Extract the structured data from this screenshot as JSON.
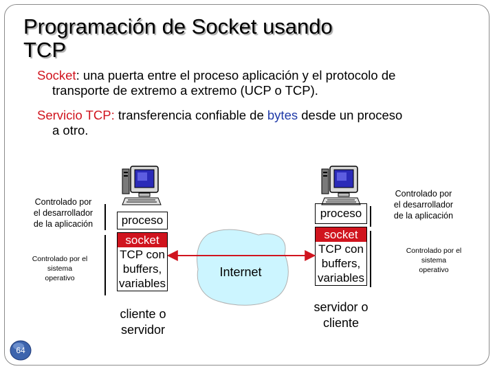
{
  "title": {
    "line1": "Programación de Socket usando",
    "line2": "TCP"
  },
  "bullet1": {
    "term": "Socket",
    "rest": ": una puerta entre el proceso aplicación y el protocolo de",
    "line2": "transporte de extremo a extremo (UCP o TCP)."
  },
  "bullet2": {
    "term": "Servicio TCP:",
    "part1": " transferencia confiable de ",
    "bytes": "bytes",
    "part2": " desde un proceso",
    "line2": "a otro."
  },
  "diagram": {
    "left_app_note": [
      "Controlado por",
      "el desarrollador",
      "de la aplicación"
    ],
    "left_os_note": [
      "Controlado por el",
      "sistema",
      "operativo"
    ],
    "right_app_note": [
      "Controlado por",
      "el desarrollador",
      "de la aplicación"
    ],
    "right_os_note": [
      "Controlado por el",
      "sistema",
      "operativo"
    ],
    "left_host": {
      "process": "proceso",
      "socket": "socket",
      "tcp": [
        "TCP con",
        "buffers,",
        "variables"
      ],
      "role": [
        "cliente o",
        "servidor"
      ]
    },
    "right_host": {
      "process": "proceso",
      "socket": "socket",
      "tcp": [
        "TCP con",
        "buffers,",
        "variables"
      ],
      "role": [
        "servidor o",
        "cliente"
      ]
    },
    "internet": "Internet"
  },
  "page_number": "64",
  "colors": {
    "socket_red": "#d0141e",
    "cloud_fill": "#ccf5ff",
    "badge_blue": "#3d64ad"
  }
}
